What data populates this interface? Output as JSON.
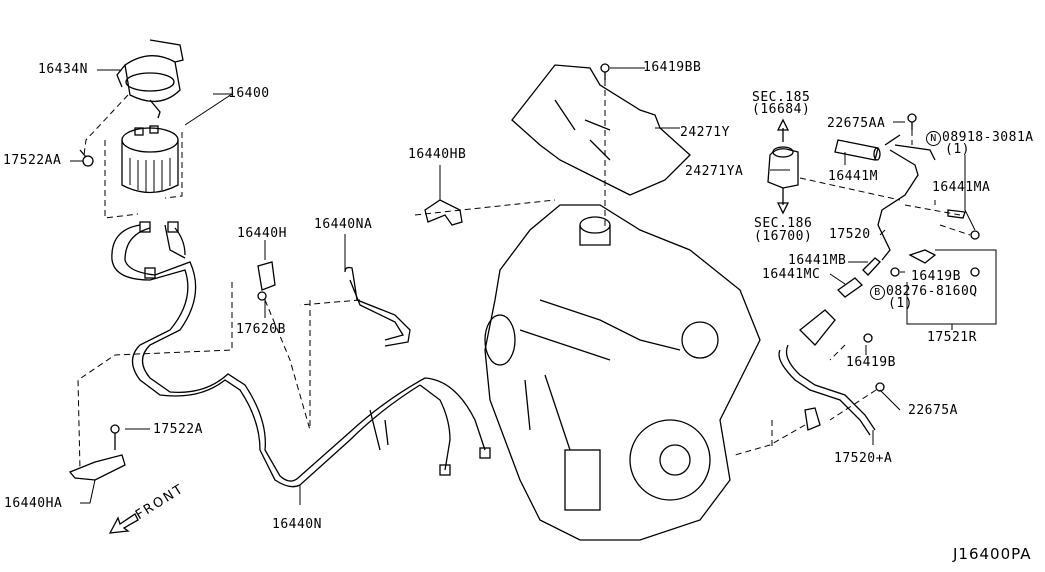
{
  "diagram": {
    "title_code": "J16400PA",
    "front_indicator": "FRONT",
    "labels": {
      "l16434N": "16434N",
      "l16400": "16400",
      "l17522AA": "17522AA",
      "l16440H": "16440H",
      "l17620B": "17620B",
      "l16440NA": "16440NA",
      "l16440HB": "16440HB",
      "l16419BB": "16419BB",
      "l24271Y": "24271Y",
      "l24271YA": "24271YA",
      "sec185": "SEC.185",
      "sec185_ref": "(16684)",
      "sec186": "SEC.186",
      "sec186_ref": "(16700)",
      "l22675AA": "22675AA",
      "n_prefix": "N",
      "l08918": "08918-3081A",
      "l08918_qty": "(1)",
      "l16441M": "16441M",
      "l16441MA": "16441MA",
      "l17520": "17520",
      "l16441MB": "16441MB",
      "l16441MC": "16441MC",
      "l16419B_upper": "16419B",
      "b_prefix": "B",
      "l08276": "08276-8160Q",
      "l08276_qty": "(1)",
      "l17521R": "17521R",
      "l16419B_lower": "16419B",
      "l22675A": "22675A",
      "l17520A": "17520+A",
      "l17522A": "17522A",
      "l16440HA": "16440HA",
      "l16440N": "16440N"
    }
  }
}
